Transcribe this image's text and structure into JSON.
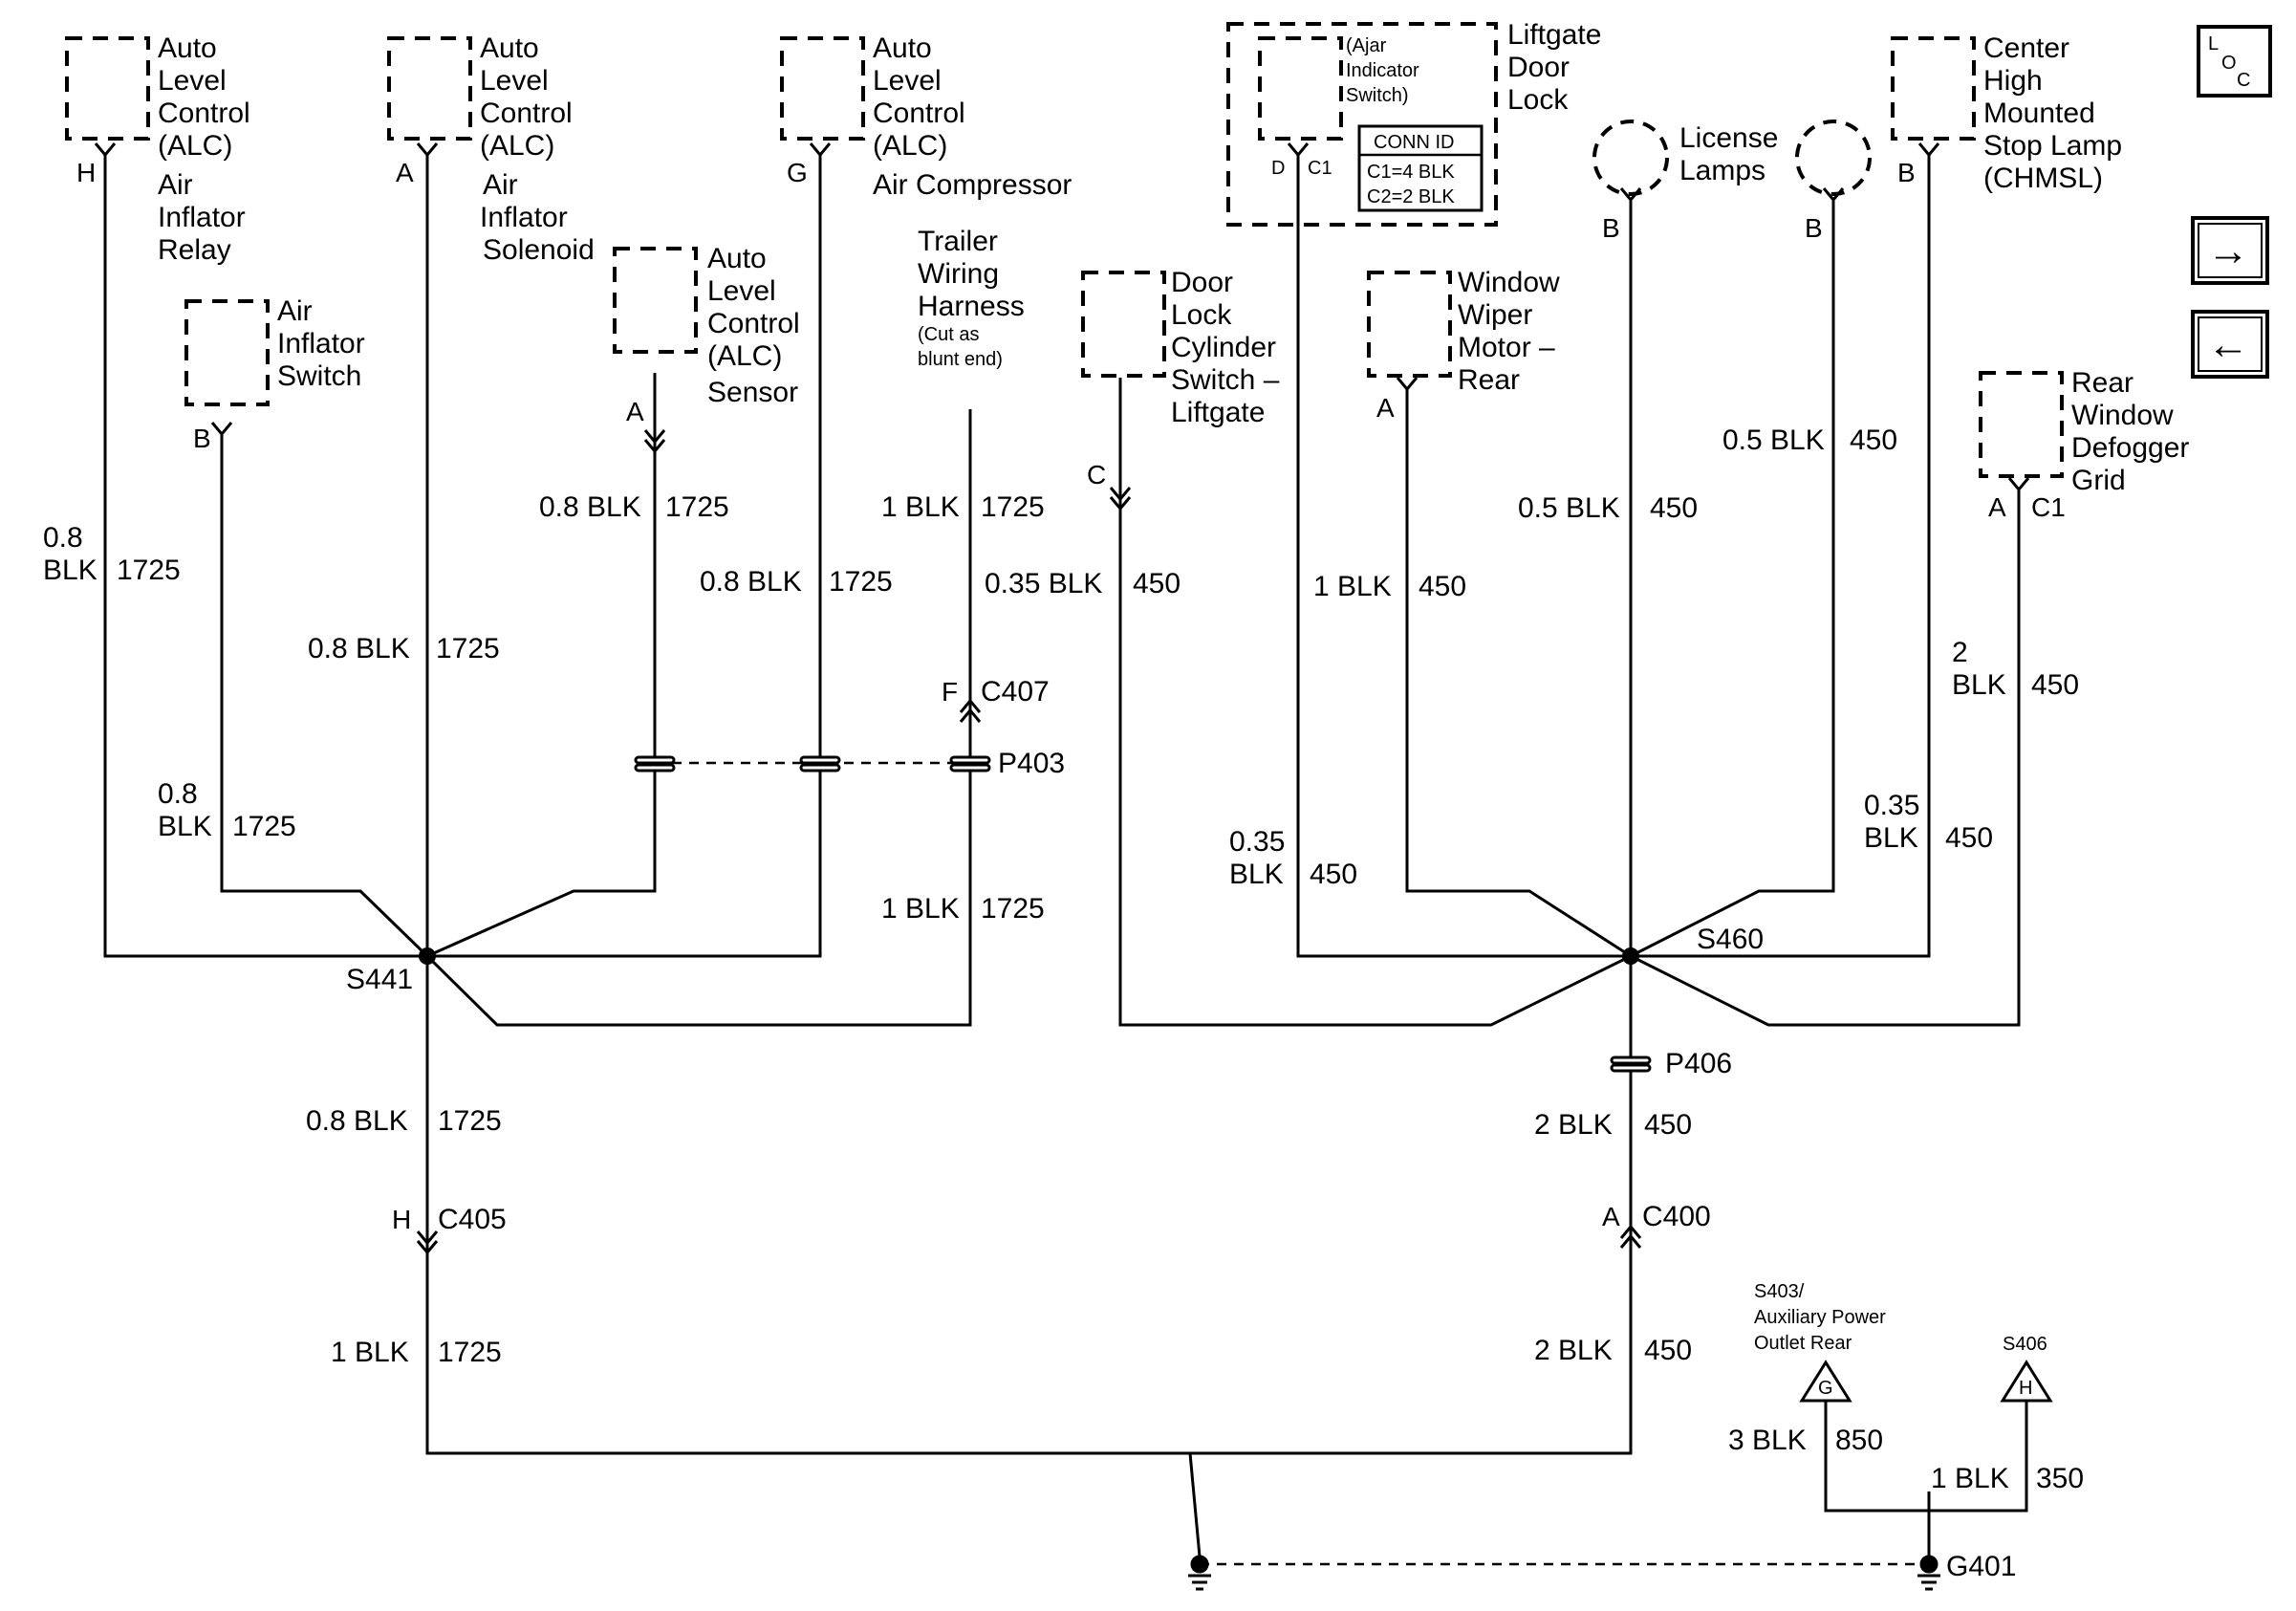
{
  "components": {
    "alc_relay": [
      "Auto",
      "Level",
      "Control",
      "(ALC)",
      "Air",
      "Inflator",
      "Relay"
    ],
    "alc_solenoid": [
      "Auto",
      "Level",
      "Control",
      "(ALC)",
      "Air",
      "Inflator",
      "Solenoid"
    ],
    "alc_compressor": [
      "Auto",
      "Level",
      "Control",
      "(ALC)",
      "Air Compressor"
    ],
    "air_inflator_switch": [
      "Air",
      "Inflator",
      "Switch"
    ],
    "alc_sensor": [
      "Auto",
      "Level",
      "Control",
      "(ALC)",
      "Sensor"
    ],
    "trailer_harness": [
      "Trailer",
      "Wiring",
      "Harness"
    ],
    "trailer_note": [
      "(Cut as",
      "blunt end)"
    ],
    "ajar_switch": [
      "(Ajar",
      "Indicator",
      "Switch)"
    ],
    "liftgate_lock": [
      "Liftgate",
      "Door",
      "Lock"
    ],
    "conn_id": [
      "CONN ID",
      "C1=4 BLK",
      "C2=2 BLK"
    ],
    "door_lock_switch": [
      "Door",
      "Lock",
      "Cylinder",
      "Switch –",
      "Liftgate"
    ],
    "window_wiper": [
      "Window",
      "Wiper",
      "Motor –",
      "Rear"
    ],
    "license_lamps": [
      "License",
      "Lamps"
    ],
    "chmsl": [
      "Center",
      "High",
      "Mounted",
      "Stop Lamp",
      "(CHMSL)"
    ],
    "rear_defogger": [
      "Rear",
      "Window",
      "Defogger",
      "Grid"
    ],
    "s403": [
      "S403/",
      "Auxiliary Power",
      "Outlet Rear"
    ],
    "s406": "S406"
  },
  "pins": {
    "relay": "H",
    "solenoid": "A",
    "compressor": "G",
    "inflator_switch": "B",
    "sensor": "A",
    "ajar_d": "D",
    "ajar_c1": "C1",
    "door_lock": "C",
    "wiper": "A",
    "license_1": "B",
    "license_2": "B",
    "chmsl": "B",
    "defogger_a": "A",
    "defogger_c1": "C1",
    "c407": "F",
    "c405": "H",
    "c400": "A",
    "s403_pin": "G",
    "s406_pin": "H"
  },
  "wires": {
    "w1": [
      "0.8",
      "BLK",
      "1725"
    ],
    "w2": [
      "0.8 BLK",
      "1725"
    ],
    "w3": [
      "0.8",
      "BLK",
      "1725"
    ],
    "w4": [
      "0.8 BLK",
      "1725"
    ],
    "w5": [
      "0.8 BLK",
      "1725"
    ],
    "w6": [
      "1 BLK",
      "1725"
    ],
    "w7": [
      "0.35 BLK",
      "450"
    ],
    "w8": [
      "1 BLK",
      "1725"
    ],
    "w9": [
      "0.35",
      "BLK",
      "450"
    ],
    "w10": [
      "1 BLK",
      "450"
    ],
    "w11": [
      "0.5 BLK",
      "450"
    ],
    "w12": [
      "0.5 BLK",
      "450"
    ],
    "w13": [
      "2",
      "BLK",
      "450"
    ],
    "w14": [
      "0.35",
      "BLK",
      "450"
    ],
    "w15": [
      "0.8 BLK",
      "1725"
    ],
    "w16": [
      "1 BLK",
      "1725"
    ],
    "w17": [
      "2 BLK",
      "450"
    ],
    "w18": [
      "2 BLK",
      "450"
    ],
    "w19": [
      "3 BLK",
      "850"
    ],
    "w20": [
      "1 BLK",
      "350"
    ]
  },
  "refs": {
    "s441": "S441",
    "s460": "S460",
    "p403": "P403",
    "p406": "P406",
    "c407": "C407",
    "c405": "C405",
    "c400": "C400",
    "g401": "G401"
  },
  "nav": {
    "loc": [
      "L",
      "O",
      "C"
    ],
    "forward": "→",
    "back": "←"
  }
}
